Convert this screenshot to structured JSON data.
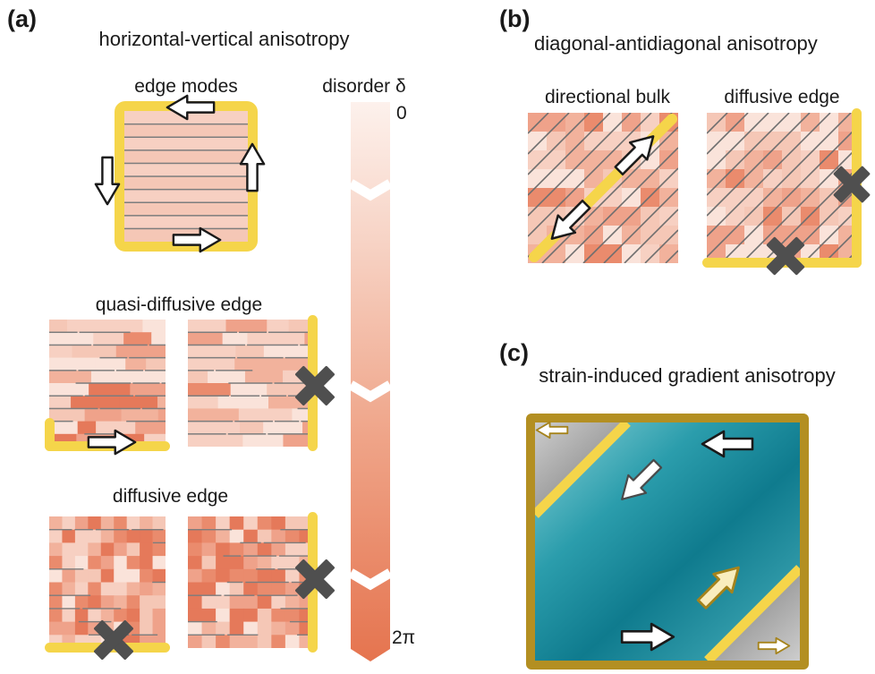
{
  "panels": {
    "a": {
      "tag": "(a)",
      "title": "horizontal-vertical anisotropy",
      "edge_modes_label": "edge modes",
      "quasi_label": "quasi-diffusive edge",
      "diffusive_label": "diffusive edge",
      "disorder": {
        "label": "disorder δ",
        "min": "0",
        "max": "2π"
      }
    },
    "b": {
      "tag": "(b)",
      "title": "diagonal-antidiagonal anisotropy",
      "directional_label": "directional bulk",
      "diffusive_label": "diffusive edge"
    },
    "c": {
      "tag": "(c)",
      "title": "strain-induced gradient anisotropy"
    }
  },
  "icons": {
    "arrow": "hollow-block-arrow",
    "blocked": "x-mark",
    "disorder_bar": "vertical-gradient-chevron-bar"
  },
  "colors": {
    "yellow": "#f5d54a",
    "x_mark": "#4f4f4f",
    "arrow_outline": "#1a1a1a",
    "olive": "#a5831c",
    "border_gold": "#b38f22",
    "teal_dark": "#0f7b8e",
    "teal_light": "#7bcdd4",
    "gray_light": "#cdcdcd",
    "gray_dark": "#7f7f7f",
    "pink_lights": [
      "#fae3da",
      "#f7d0c2",
      "#f5c7b6"
    ],
    "pink_mids": [
      "#f2b29c",
      "#efa28a"
    ],
    "pink_darks": [
      "#ea8b6d",
      "#e5795a"
    ],
    "line_gray": "#7d7d7d",
    "disorder_top": "#fdf1ec",
    "disorder_bottom": "#e5744f"
  }
}
